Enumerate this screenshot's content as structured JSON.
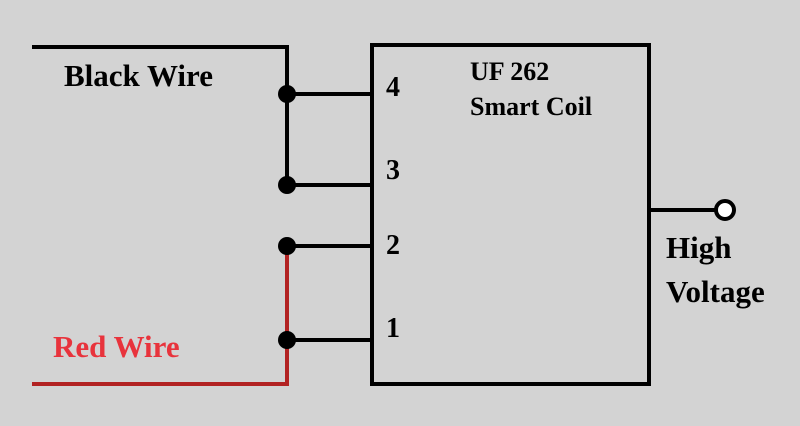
{
  "colors": {
    "background": "#d3d3d3",
    "line": "#000000",
    "red_wire": "#b22222",
    "red_label": "#e8333c"
  },
  "wires": {
    "black_label": "Black Wire",
    "red_label": "Red Wire"
  },
  "chip": {
    "name_line1": "UF 262",
    "name_line2": "Smart Coil"
  },
  "pins": [
    "4",
    "3",
    "2",
    "1"
  ],
  "output": {
    "line1": "High",
    "line2": "Voltage",
    "terminal": "open-circle-terminal"
  }
}
